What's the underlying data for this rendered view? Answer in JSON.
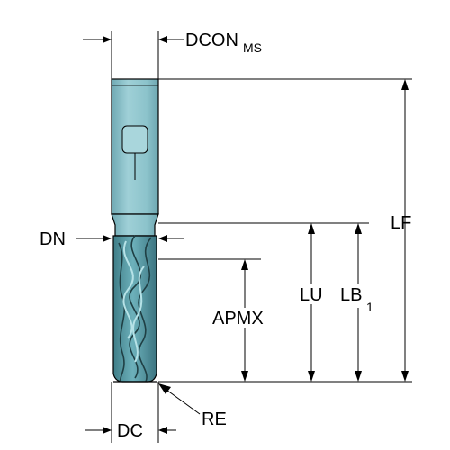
{
  "diagram": {
    "labels": {
      "dcon": "DCON",
      "dcon_sub": "MS",
      "dn": "DN",
      "lf": "LF",
      "lu": "LU",
      "lb": "LB",
      "lb_sub": "1",
      "apmx": "APMX",
      "dc": "DC",
      "re": "RE"
    },
    "colors": {
      "shank": "#8fc4cc",
      "shank_shade": "#6aa8b2",
      "flute": "#4f8f99",
      "flute_dark": "#2f5f66",
      "line": "#000000"
    }
  }
}
